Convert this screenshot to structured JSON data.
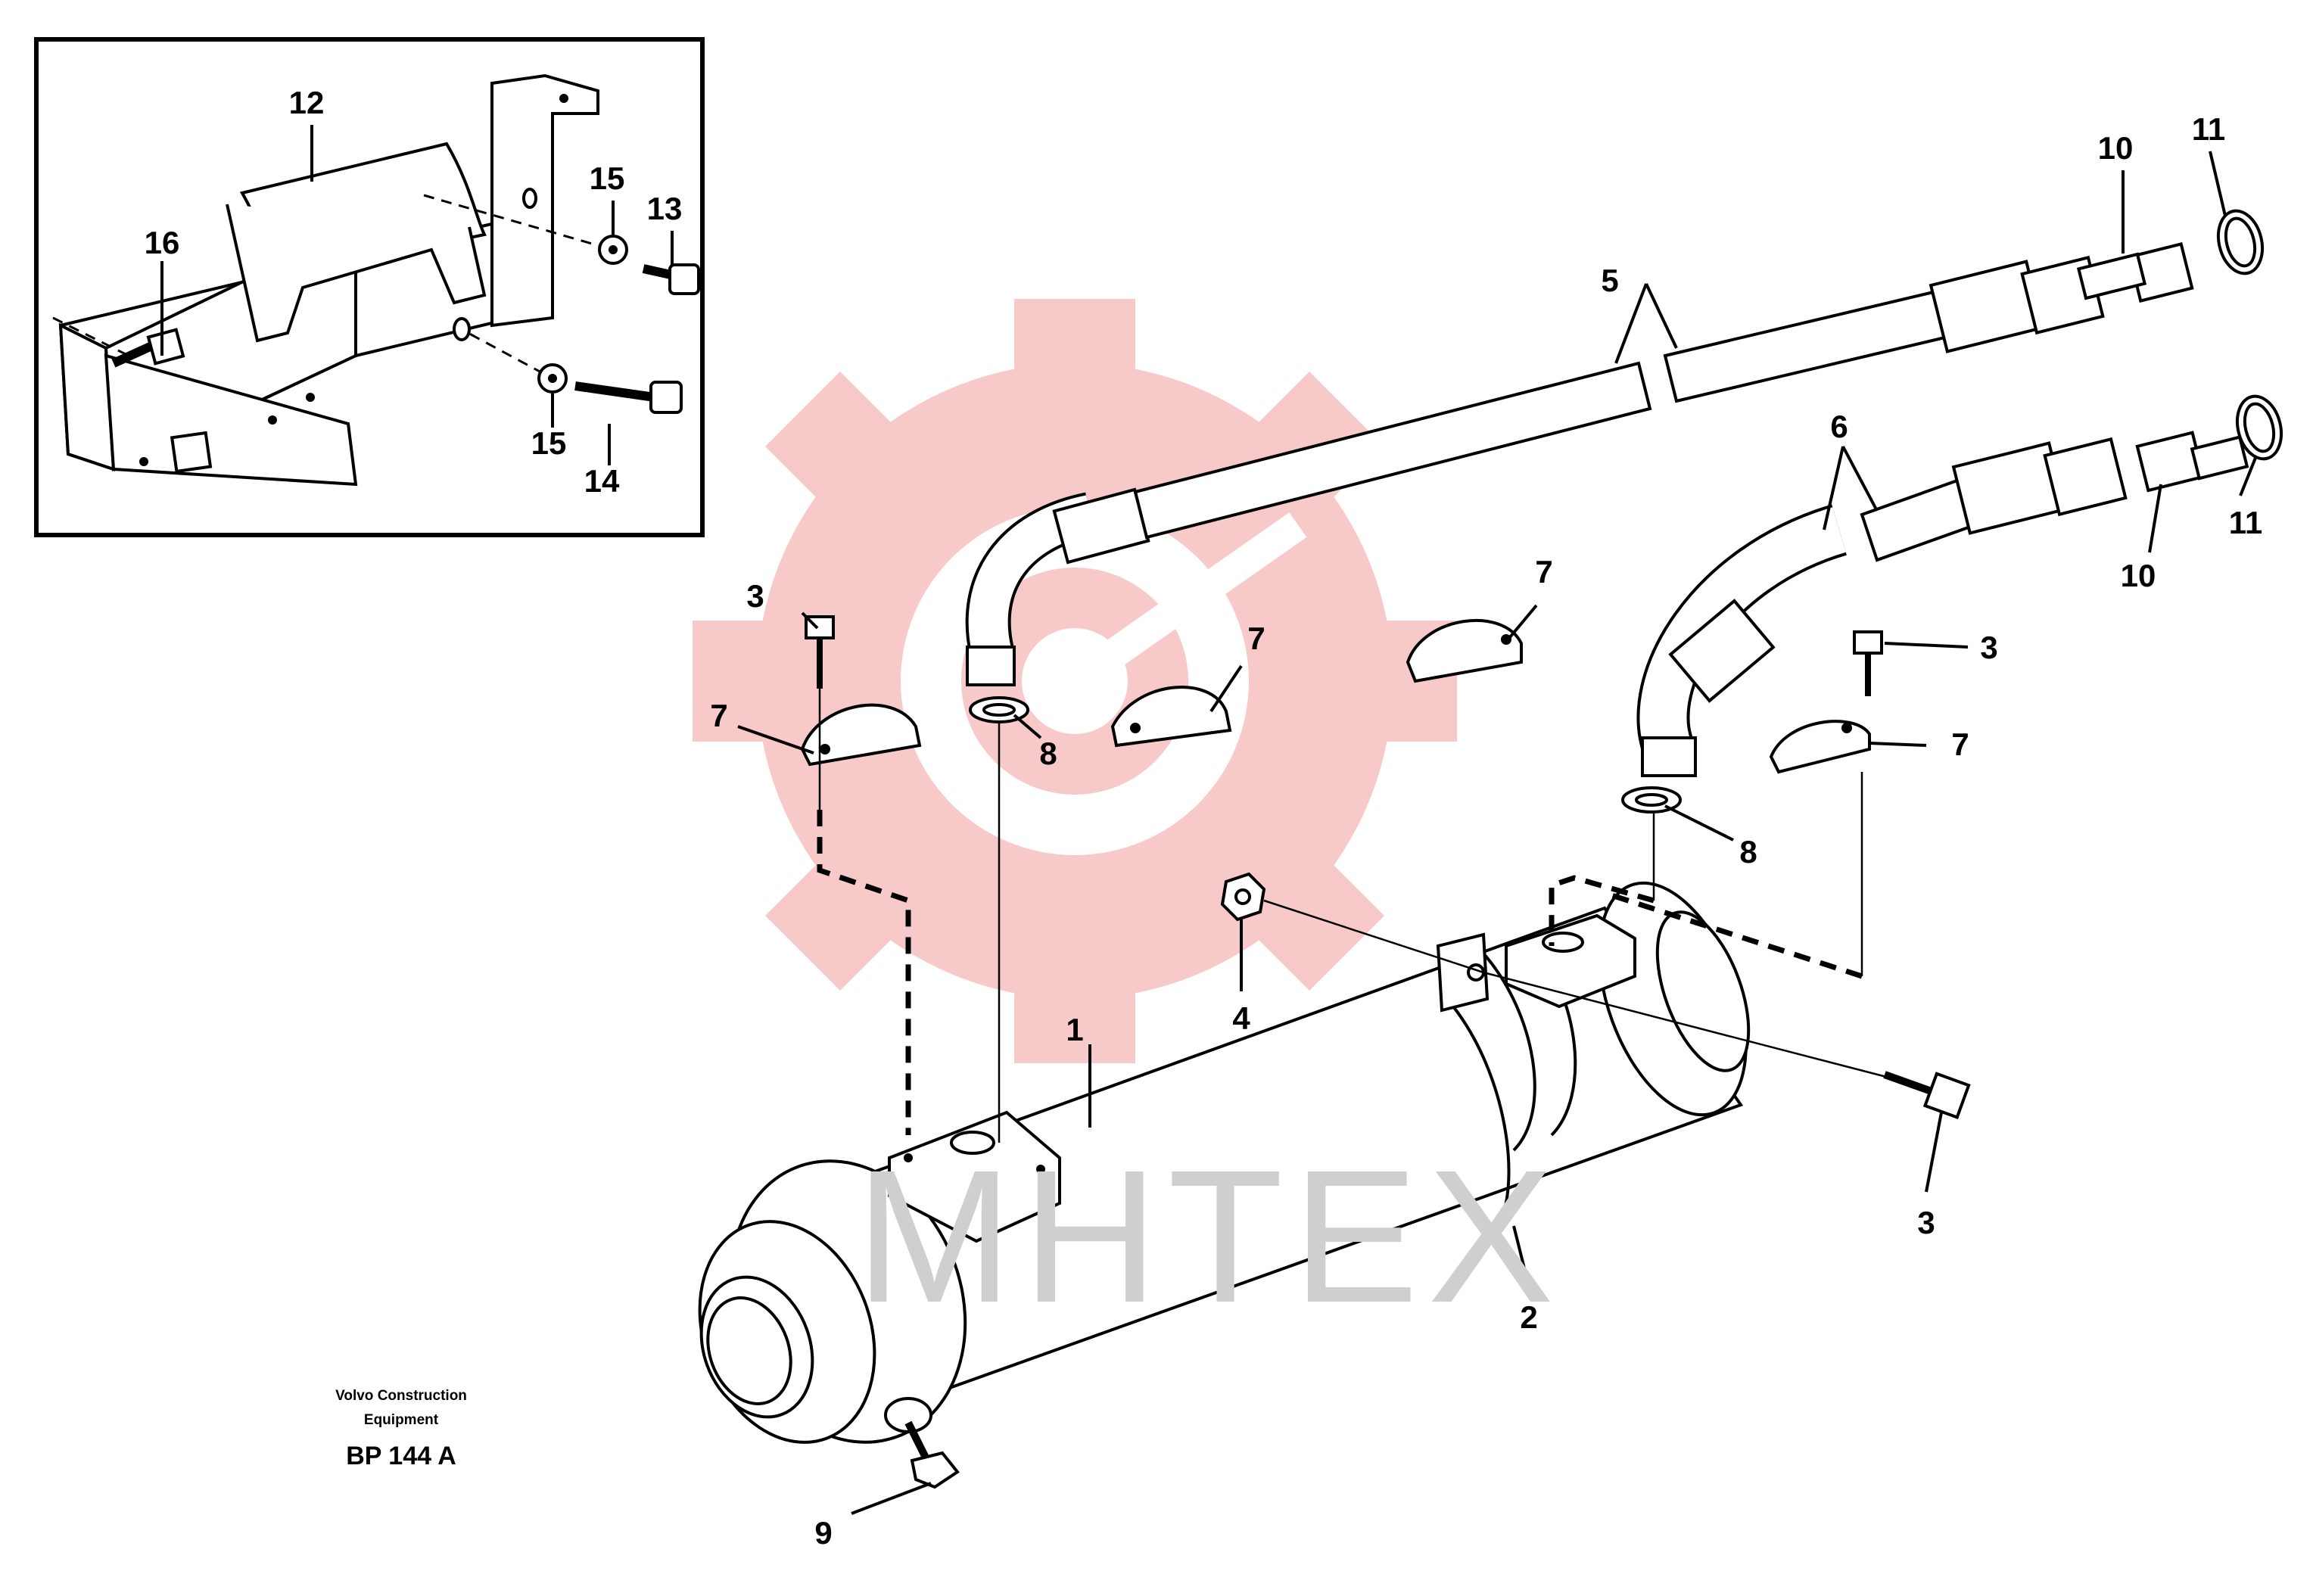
{
  "watermark": {
    "text": "MHTEX",
    "gear_color": "#f7c9c9",
    "text_color": "#cfcfcf"
  },
  "caption": {
    "line1": "Volvo Construction",
    "line2": "Equipment",
    "code": "BP 144 A"
  },
  "callouts": {
    "c1": "1",
    "c2": "2",
    "c3a": "3",
    "c3b": "3",
    "c3c": "3",
    "c4": "4",
    "c5": "5",
    "c6": "6",
    "c7a": "7",
    "c7b": "7",
    "c7c": "7",
    "c7d": "7",
    "c8a": "8",
    "c8b": "8",
    "c9": "9",
    "c10a": "10",
    "c10b": "10",
    "c11a": "11",
    "c11b": "11",
    "c12": "12",
    "c13": "13",
    "c14": "14",
    "c15a": "15",
    "c15b": "15",
    "c16": "16"
  }
}
